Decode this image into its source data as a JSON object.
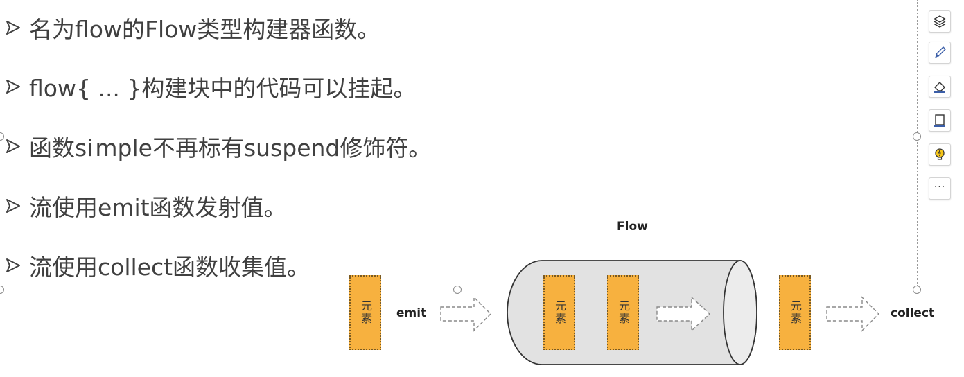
{
  "slide": {
    "bullets": [
      {
        "text": "名为flow的Flow类型构建器函数。"
      },
      {
        "text": "flow{ ... }构建块中的代码可以挂起。"
      },
      {
        "text_before_caret": "函数si",
        "text_after_caret": "mple不再标有suspend修饰符。"
      },
      {
        "text": "流使用emit函数发射值。"
      },
      {
        "text": "流使用collect函数收集值。"
      }
    ]
  },
  "diagram": {
    "title": "Flow",
    "emit_label": "emit",
    "collect_label": "collect",
    "element_label": "元素",
    "colors": {
      "element_fill": "#f7b13f",
      "pipe_fill": "#e2e2e2",
      "pipe_stroke": "#333333"
    }
  },
  "toolbar": {
    "buttons": [
      {
        "icon": "layers-icon"
      },
      {
        "icon": "pen-icon"
      },
      {
        "icon": "eraser-icon"
      },
      {
        "icon": "frame-icon"
      },
      {
        "icon": "lightbulb-icon"
      },
      {
        "icon": "more-icon",
        "label": "···"
      }
    ]
  }
}
